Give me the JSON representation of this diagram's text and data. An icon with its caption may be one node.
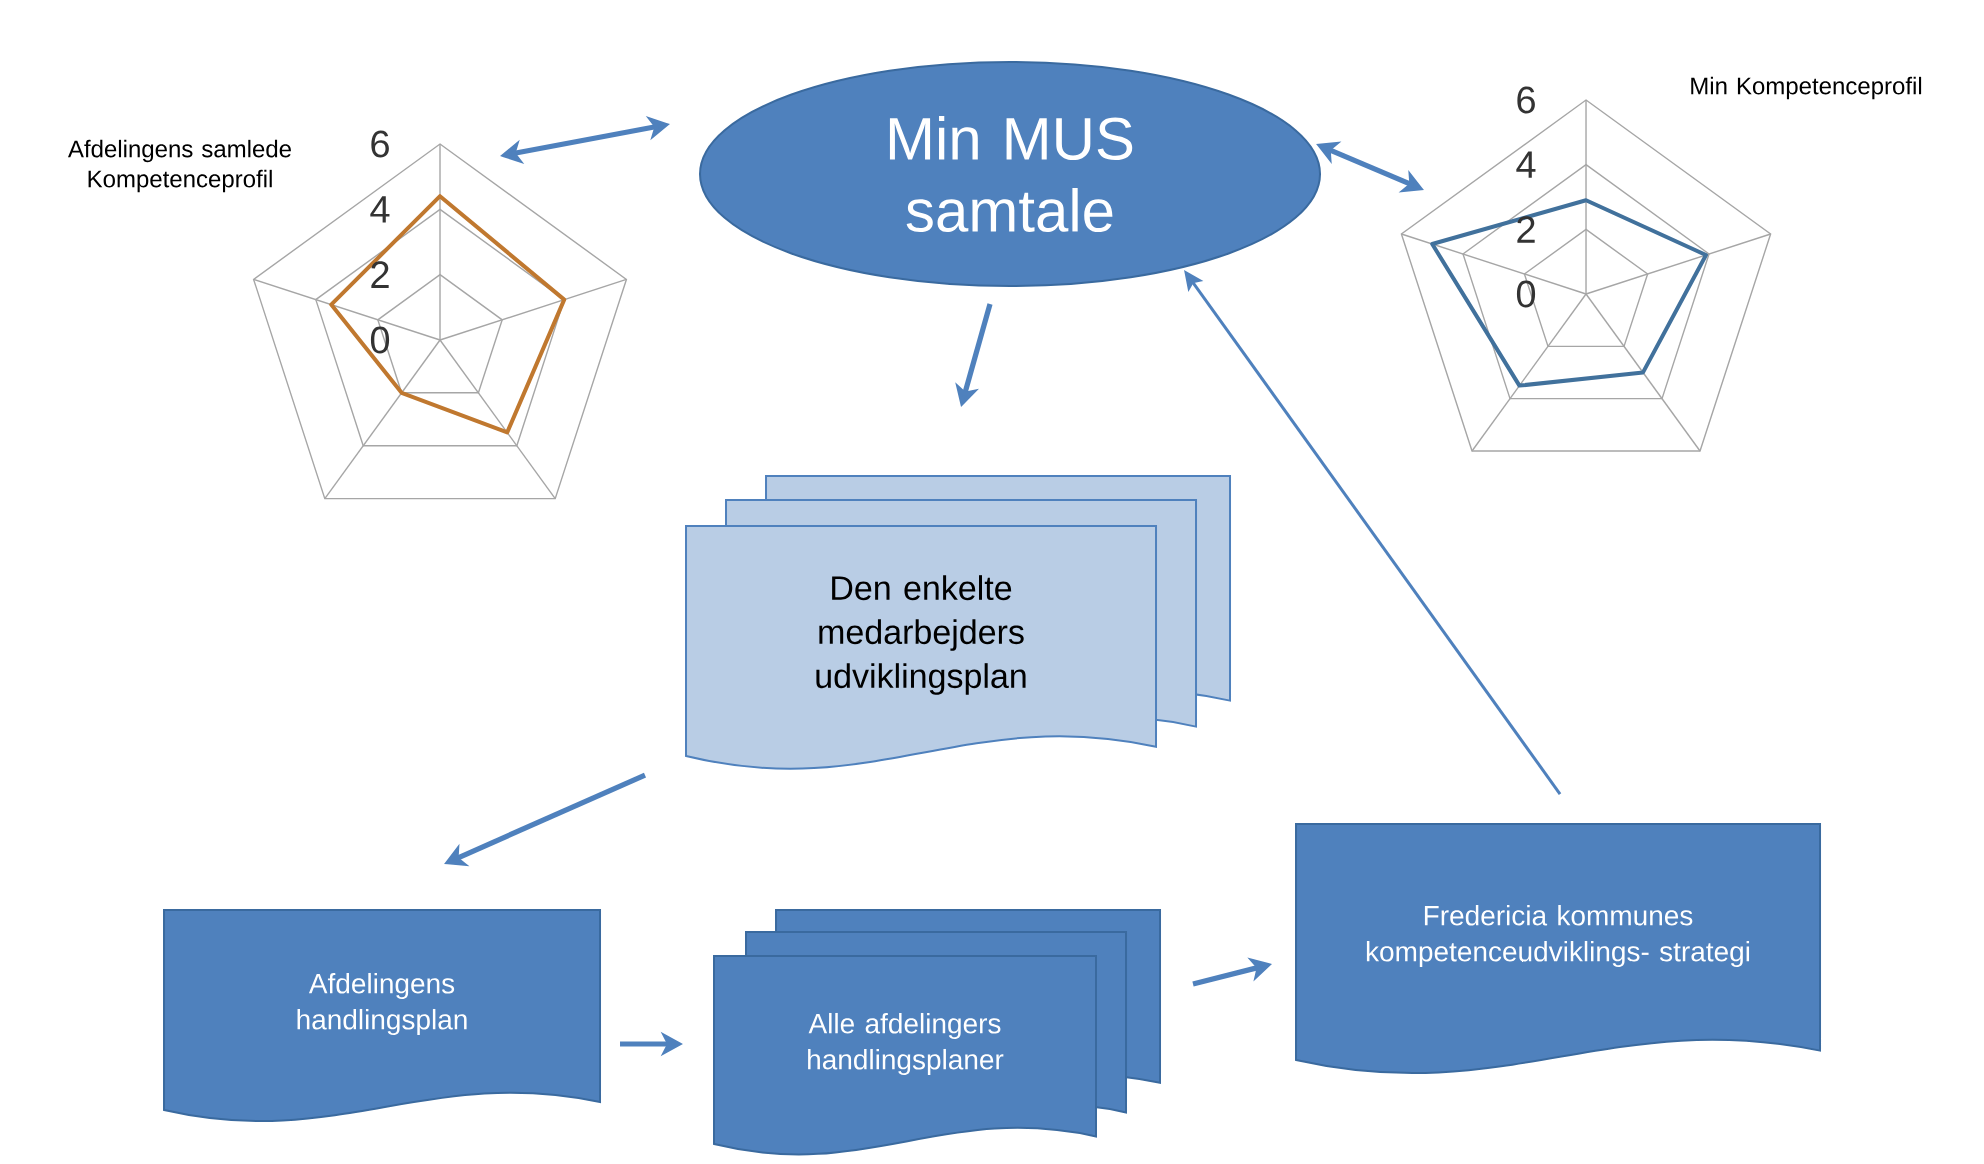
{
  "diagram": {
    "nodes": [
      {
        "text": [
          "Afdelingens samlede Kompetenceprofil"
        ]
      },
      {
        "text": [
          "Min MUS samtale"
        ]
      },
      {
        "text": [
          "Min Kompetenceprofil"
        ]
      },
      {
        "text": [
          "Den enkelte medarbejders udviklingsplan"
        ]
      },
      {
        "text": [
          "Afdelingens handlingsplan"
        ]
      },
      {
        "text": [
          "Alle afdelingers handlingsplaner"
        ]
      },
      {
        "text": [
          "Fredericia kommunes kompetenceudviklings- strategi"
        ]
      }
    ],
    "edges": [
      {
        "from": 0,
        "to": 1,
        "arrow": "both"
      },
      {
        "from": 1,
        "to": 2,
        "arrow": "both"
      },
      {
        "from": 1,
        "to": 3,
        "arrow": "to"
      },
      {
        "from": 3,
        "to": 4,
        "arrow": "to"
      },
      {
        "from": 4,
        "to": 5,
        "arrow": "to"
      },
      {
        "from": 5,
        "to": 6,
        "arrow": "to"
      },
      {
        "from": 6,
        "to": 1,
        "arrow": "to"
      }
    ],
    "labels": [
      "6",
      "4",
      "2",
      "0",
      "6",
      "4",
      "2",
      "0"
    ]
  }
}
